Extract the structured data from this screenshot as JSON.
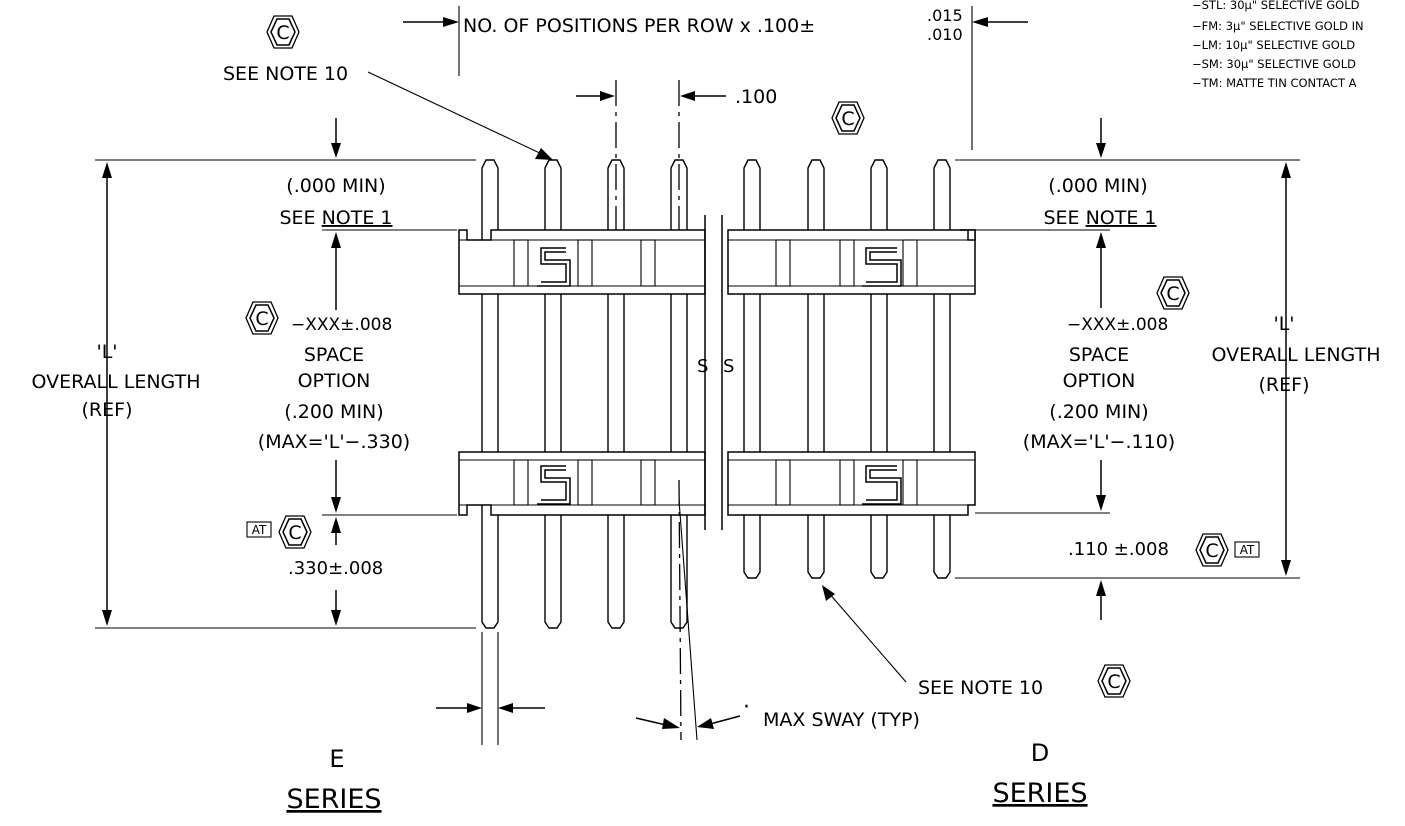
{
  "labels": {
    "rev_marker": "C",
    "at_marker": "AT",
    "positions_dim": "NO. OF POSITIONS PER ROW x .100±",
    "positions_tol_upper": ".015",
    "positions_tol_lower": ".010",
    "pitch": ".100",
    "see_note_10": "SEE NOTE 10",
    "min_000": "(.000 MIN)",
    "see_note_1_prefix": "SEE ",
    "see_note_1_underlined": "NOTE 1",
    "xxx_tol": "−XXX±.008",
    "space": "SPACE",
    "option": "OPTION",
    "min_200": "(.200 MIN)",
    "max_e": "(MAX='L'−.330)",
    "max_d": "(MAX='L'−.110)",
    "l_quote": "'L'",
    "overall_length": "OVERALL LENGTH",
    "ref": "(REF)",
    "dim_330": ".330±.008",
    "dim_110": ".110 ±.008",
    "max_sway": "MAX SWAY (TYP)",
    "sway_dot": "·",
    "break_s": "S",
    "e_letter": "E",
    "d_letter": "D",
    "series": "SERIES"
  },
  "plating_notes": [
    "−STL:  30μ\" SELECTIVE GOLD",
    "−FM:  3μ\" SELECTIVE GOLD IN",
    "−LM:  10μ\" SELECTIVE GOLD",
    "−SM:  30μ\" SELECTIVE GOLD",
    "−TM:  MATTE TIN CONTACT A"
  ],
  "colors": {
    "ink": "#000000",
    "paper": "#ffffff"
  }
}
